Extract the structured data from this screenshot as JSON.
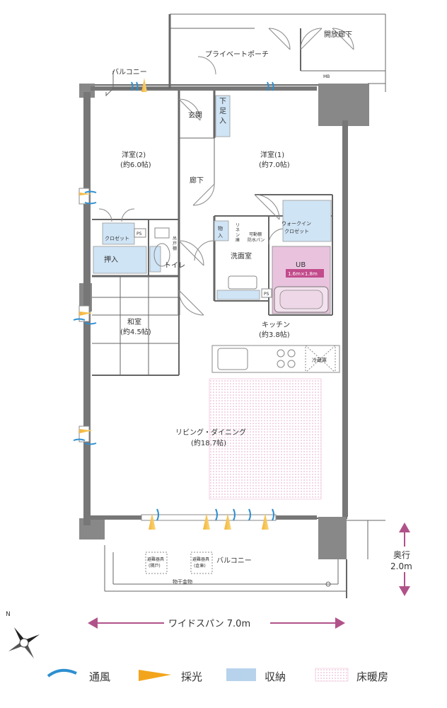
{
  "rooms": {
    "open_corridor": "開放廊下",
    "mb": "MB",
    "private_porch": "プライベートポーチ",
    "balcony_top": "バルコニー",
    "entrance": "玄関",
    "shoe_cabinet": [
      "下",
      "足",
      "入"
    ],
    "western2": {
      "name": "洋室(2)",
      "size": "(約6.0帖)"
    },
    "western1": {
      "name": "洋室(1)",
      "size": "(約7.0帖)"
    },
    "hallway": "廊下",
    "closet": "クロゼット",
    "ps_1": "PS",
    "hanging_shelf": [
      "吊",
      "戸",
      "棚"
    ],
    "storage": [
      "物",
      "入"
    ],
    "linen": [
      "リ",
      "ネ",
      "ン",
      "庫"
    ],
    "movable_shelf": [
      "可動棚",
      "防水パン"
    ],
    "walk_in_closet": [
      "ウォークイン",
      "クロゼット"
    ],
    "oshiire": "押入",
    "toilet": "トイレ",
    "washroom": "洗面室",
    "ub": {
      "name": "UB",
      "size": "1.6m×1.8m"
    },
    "ps_2": "PS",
    "japanese": {
      "name": "和室",
      "size": "(約4.5帖)"
    },
    "kitchen": {
      "name": "キッチン",
      "size": "(約3.8帖)"
    },
    "fridge": "冷蔵庫",
    "living": {
      "name": "リビング・ダイニング",
      "size": "(約18.7帖)"
    },
    "evac_1": [
      "避難器具",
      "(隣戸)"
    ],
    "evac_2": [
      "避難器具",
      "(倉庫)"
    ],
    "balcony_bottom": "バルコニー",
    "laundry_hanger": "物干金物"
  },
  "dimensions": {
    "depth_label": "奥行",
    "depth_value": "2.0m",
    "width_span": "ワイドスパン 7.0m"
  },
  "compass_letter": "N",
  "legend": [
    {
      "label": "通風",
      "icon": "wind-icon",
      "color": "#2e8fd0"
    },
    {
      "label": "採光",
      "icon": "sunlight-icon",
      "color": "#f2a51c"
    },
    {
      "label": "収納",
      "icon": "storage-swatch",
      "color": "#b7d3ec"
    },
    {
      "label": "床暖房",
      "icon": "floor-heating-swatch",
      "color": "#e9aacd"
    }
  ],
  "colors": {
    "storage": "#cfe4f5",
    "ub": "#e9c3de",
    "ub_label": "#c24b8c",
    "arrow": "#b0528a",
    "wall": "#555555"
  }
}
